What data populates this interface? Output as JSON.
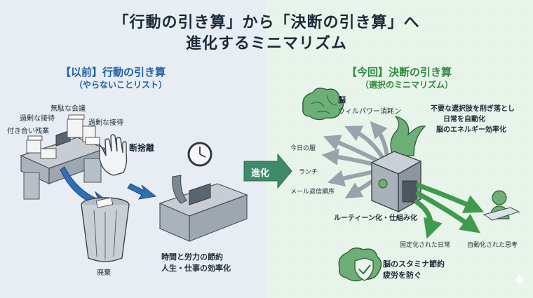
{
  "title_line1": "「行動の引き算」から「決断の引き算」へ",
  "title_line2": "進化するミニマリズム",
  "left": {
    "heading": "【以前】行動の引き算",
    "subheading": "（やらないことリスト）",
    "labels": {
      "muda_kaigi": "無駄な会議",
      "kajou_settai_1": "過剰な接待",
      "kajou_settai_2": "過剰な接待",
      "tsukiai_zangyou": "付き合い残業",
      "danshari": "断捨離",
      "haiki": "廃棄",
      "saving_1": "時間と労力の節約",
      "saving_2": "人生・仕事の効率化"
    }
  },
  "center": {
    "evolution": "進化"
  },
  "right": {
    "heading": "【今回】決断の引き算",
    "subheading": "（選択のミニマリズム）",
    "labels": {
      "brain": "脳",
      "willpower": "ウィルパワー消耗ン",
      "auto_1": "不要な選択肢を削ぎ落とし",
      "auto_2": "日常を自動化",
      "auto_3": "脳のエネルギー効率化",
      "kyou_no_fuku": "今日の服",
      "lunch": "ランチ",
      "mail": "メール返信順序",
      "routine": "ルーティーン化・仕組み化",
      "kotei": "固定化された日常",
      "jidou_shikou": "自動化された思考",
      "stamina_1": "脳のスタミナ節約",
      "stamina_2": "疲労を防ぐ"
    }
  },
  "colors": {
    "left_bg": "#e7edf3",
    "right_bg": "#e8f4ea",
    "left_accent": "#1e5fa8",
    "right_accent": "#2e8a3e",
    "arrow_blue": "#2f6fb6",
    "arrow_green": "#3f9a4d",
    "evolution_arrow": "#3e8a6a"
  }
}
